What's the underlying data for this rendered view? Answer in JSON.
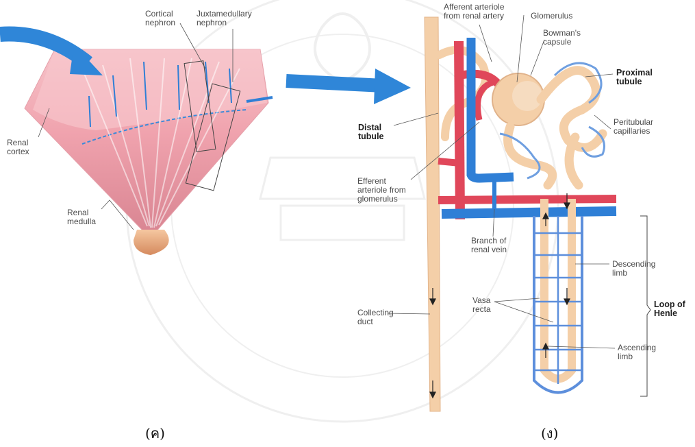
{
  "left_panel": {
    "labels": {
      "cortical_nephron": "Cortical\nnephron",
      "juxtamedullary_nephron": "Juxtamedullary\nnephron",
      "renal_cortex": "Renal\ncortex",
      "renal_medulla": "Renal\nmedulla"
    },
    "caption": "(ค)"
  },
  "right_panel": {
    "labels": {
      "afferent_arteriole": "Afferent arteriole\nfrom renal artery",
      "glomerulus": "Glomerulus",
      "bowmans_capsule": "Bowman's\ncapsule",
      "proximal_tubule": "Proximal\ntubule",
      "peritubular_capillaries": "Peritubular\ncapillaries",
      "distal_tubule": "Distal\ntubule",
      "efferent_arteriole": "Efferent\narteriole from\nglomerulus",
      "branch_renal_vein": "Branch of\nrenal vein",
      "descending_limb": "Descending\nlimb",
      "collecting_duct": "Collecting\nduct",
      "vasa_recta": "Vasa\nrecta",
      "loop_of_henle": "Loop of\nHenle",
      "ascending_limb": "Ascending\nlimb"
    },
    "caption": "(ง)"
  },
  "colors": {
    "artery": "#e0475a",
    "vein": "#2f7fd6",
    "tubule": "#f4cfa8",
    "cortex": "#f2a9b3",
    "arrow": "#2f86d8"
  }
}
